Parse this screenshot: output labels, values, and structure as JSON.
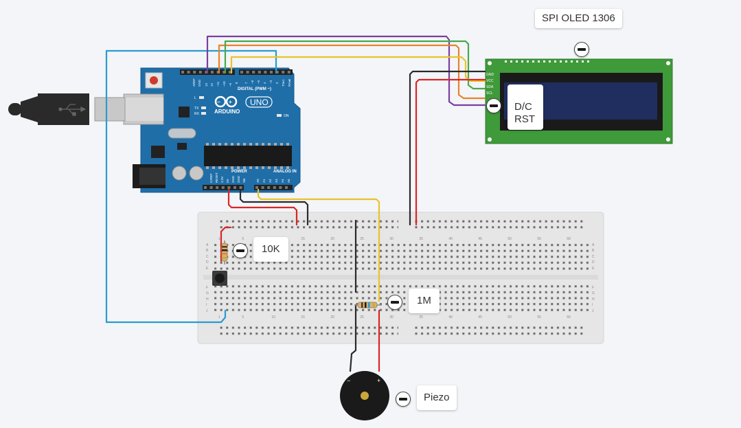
{
  "labels": {
    "oled_title": "SPI OLED 1306",
    "oled_pins": "D/C\nRST",
    "resistor_10k": "10K",
    "resistor_1m": "1M",
    "piezo": "Piezo"
  },
  "arduino": {
    "brand": "ARDUINO",
    "model": "UNO",
    "digital_header": "DIGITAL (PWM ~)",
    "analog_header": "ANALOG IN",
    "power_header": "POWER",
    "on_label": "ON",
    "tx_label": "TX",
    "rx_label": "RX",
    "l_label": "L"
  },
  "oled_pin_labels": [
    "GND",
    "VCC",
    "SDA",
    "SCL"
  ],
  "breadboard": {
    "row_letters_top": [
      "A",
      "B",
      "C",
      "D",
      "E"
    ],
    "row_letters_bottom": [
      "F",
      "G",
      "H",
      "I",
      "J"
    ],
    "column_numbers": [
      "1",
      "5",
      "10",
      "15",
      "20",
      "25",
      "30",
      "35",
      "40",
      "45",
      "50",
      "55",
      "60"
    ]
  },
  "colors": {
    "background": "#f3f5f8",
    "arduino_blue": "#1f6ea8",
    "oled_green": "#3f9a3a",
    "breadboard": "#e9e9e9",
    "wire_red": "#d92626",
    "wire_black": "#2a2a2a",
    "wire_yellow": "#e8c42a",
    "wire_blue": "#2a9bd0",
    "wire_purple": "#7a3ea1",
    "wire_orange": "#e8832a",
    "wire_green": "#4aa84a"
  },
  "icons": [
    "usb-cable-icon",
    "minus-icon"
  ]
}
